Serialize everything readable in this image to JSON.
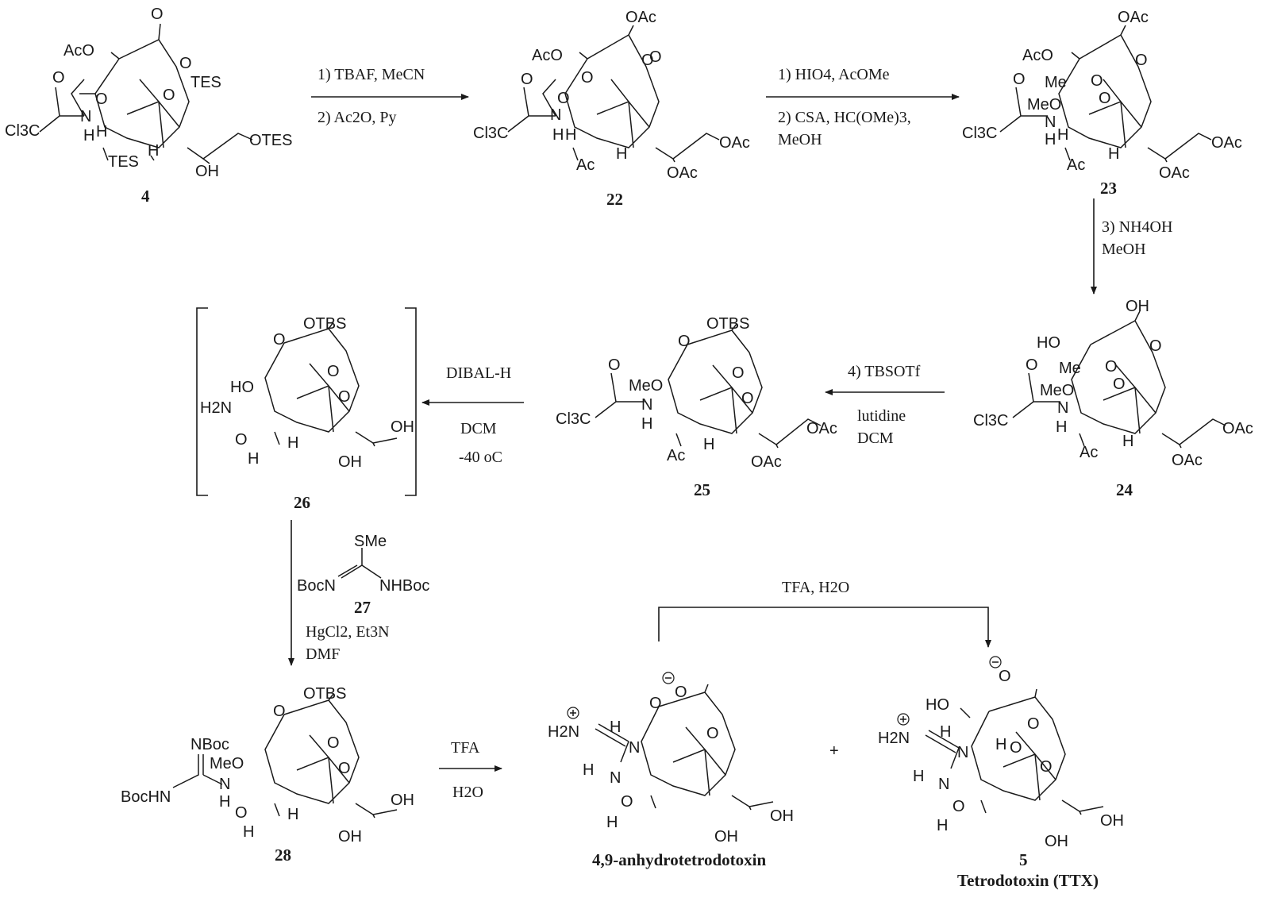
{
  "compounds": [
    {
      "id": "c4",
      "number": "4",
      "atoms": [
        "O",
        "AcO",
        "O",
        "O",
        "TES",
        "O",
        "N",
        "H",
        "Cl3C",
        "O",
        "H",
        "TES",
        "H",
        "OTES",
        "OH"
      ]
    },
    {
      "id": "c22",
      "number": "22",
      "atoms": [
        "OAc",
        "AcO",
        "O",
        "O",
        "O",
        "O",
        "N",
        "H",
        "Cl3C",
        "O",
        "H",
        "Ac",
        "H",
        "OAc",
        "OAc"
      ]
    },
    {
      "id": "c23",
      "number": "23",
      "atoms": [
        "OAc",
        "AcO",
        "Me",
        "O",
        "MeO",
        "O",
        "O",
        "N",
        "H",
        "Cl3C",
        "O",
        "H",
        "Ac",
        "H",
        "OAc",
        "OAc"
      ]
    },
    {
      "id": "c24",
      "number": "24",
      "atoms": [
        "OH",
        "HO",
        "Me",
        "O",
        "MeO",
        "O",
        "O",
        "N",
        "H",
        "Cl3C",
        "O",
        "Ac",
        "H",
        "OAc",
        "OAc"
      ]
    },
    {
      "id": "c25",
      "number": "25",
      "atoms": [
        "OTBS",
        "O",
        "O",
        "MeO",
        "O",
        "N",
        "H",
        "Cl3C",
        "O",
        "Ac",
        "H",
        "OAc",
        "OAc"
      ]
    },
    {
      "id": "c26",
      "number": "26",
      "atoms": [
        "OTBS",
        "O",
        "O",
        "HO",
        "O",
        "H2N",
        "O",
        "H",
        "H",
        "OH",
        "OH"
      ]
    },
    {
      "id": "c27",
      "number": "27",
      "atoms": [
        "SMe",
        "BocN",
        "NHBoc"
      ]
    },
    {
      "id": "c28",
      "number": "28",
      "atoms": [
        "OTBS",
        "O",
        "O",
        "NBoc",
        "MeO",
        "O",
        "BocHN",
        "N",
        "H",
        "O",
        "H",
        "H",
        "OH",
        "OH"
      ]
    },
    {
      "id": "c-anhydro",
      "name": "4,9-anhydrotetrodotoxin",
      "atoms": [
        "O",
        "O",
        "O",
        "H2N",
        "H",
        "N",
        "H",
        "N",
        "O",
        "H",
        "OH",
        "OH"
      ]
    },
    {
      "id": "c5",
      "number": "5",
      "name": "Tetrodotoxin (TTX)",
      "atoms": [
        "O",
        "HO",
        "O",
        "H2N",
        "H",
        "N",
        "H",
        "O",
        "O",
        "H",
        "N",
        "O",
        "H",
        "OH",
        "OH"
      ]
    }
  ],
  "conditions": {
    "c4_to_c22": [
      "1) TBAF, MeCN",
      "2) Ac2O, Py"
    ],
    "c22_to_c23": [
      "1) HIO4, AcOMe",
      "2) CSA, HC(OMe)3,",
      "MeOH"
    ],
    "c23_to_c24": [
      "3) NH4OH",
      "MeOH"
    ],
    "c24_to_c25": [
      "4) TBSOTf",
      "lutidine",
      "DCM"
    ],
    "c25_to_c26": [
      "DIBAL-H",
      "DCM",
      "-40 oC"
    ],
    "c26_to_c28": [
      "HgCl2, Et3N",
      "DMF"
    ],
    "c28_to_c-anhydro": [
      "TFA",
      "H2O"
    ],
    "c-anhydro_to_c5": [
      "TFA, H2O"
    ]
  },
  "plus_sign": "+"
}
